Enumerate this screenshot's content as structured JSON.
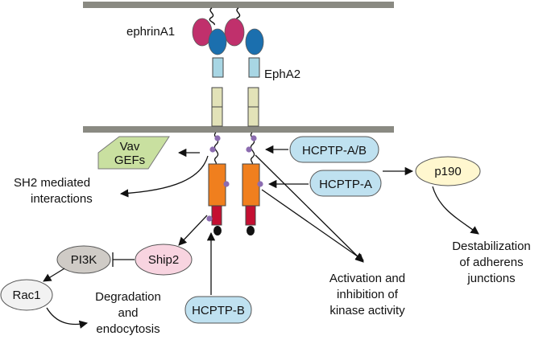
{
  "labels": {
    "ligand": "ephrinA1",
    "receptor": "EphA2",
    "sh2": [
      "SH2 mediated",
      "interactions"
    ],
    "degradation": [
      "Degradation",
      "and",
      "endocytosis"
    ],
    "activation": [
      "Activation and",
      "inhibition of",
      "kinase activity"
    ],
    "destabilization": [
      "Destabilization",
      "of adherens",
      "junctions"
    ]
  },
  "nodes": {
    "vav": [
      "Vav",
      "GEFs"
    ],
    "hcptp_ab": "HCPTP-A/B",
    "hcptp_a": "HCPTP-A",
    "hcptp_b": "HCPTP-B",
    "p190": "p190",
    "pi3k": "PI3K",
    "ship2": "Ship2",
    "rac1": "Rac1"
  },
  "colors": {
    "membrane": "#8a8a82",
    "ephrin": "#c0306c",
    "ligand_binding": "#1b6fae",
    "domain_lightblue": "#a8d6e4",
    "fn_domain": "#e2e2b8",
    "kinase": "#f07f1e",
    "sam": "#c40f32",
    "phospho": "#8c6cb0",
    "hcptp_fill": "#bfe1f0",
    "p190_fill": "#fff7cf",
    "pi3k_fill": "#cfcbc6",
    "ship2_fill": "#f8d4e0",
    "rac1_fill": "#f2f2f2",
    "vav_fill": "#c9e0a0"
  }
}
